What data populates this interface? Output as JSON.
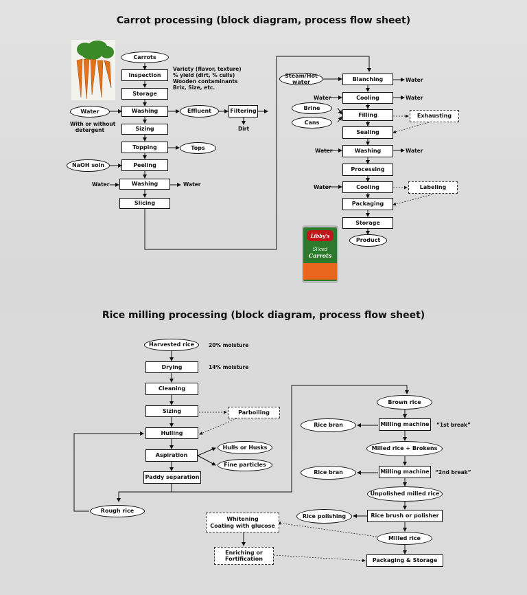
{
  "carrot": {
    "title": "Carrot processing (block diagram, process flow sheet)",
    "nodes": {
      "carrots": "Carrots",
      "inspection": "Inspection",
      "storage": "Storage",
      "water_in": "Water",
      "washing1": "Washing",
      "effluent": "Effluent",
      "filtering": "Filtering",
      "sizing": "Sizing",
      "topping": "Topping",
      "tops": "Tops",
      "naoh": "NaOH soln",
      "peeling": "Peeling",
      "washing2": "Washing",
      "slicing": "Slicing",
      "steam": "Steam/Hot water",
      "blanching": "Blanching",
      "cooling1": "Cooling",
      "brine": "Brine",
      "cans": "Cans",
      "filling": "Filling",
      "exhausting": "Exhausting",
      "sealing": "Sealing",
      "washing3": "Washing",
      "processing": "Processing",
      "cooling2": "Cooling",
      "labeling": "Labeling",
      "packaging": "Packaging",
      "storage2": "Storage",
      "product": "Product"
    },
    "labels": {
      "inspection_note": [
        "Variety (flavor, texture)",
        "% yield (dirt, % culls)",
        "Wooden contaminants",
        "Brix, Size, etc."
      ],
      "detergent_note": [
        "With or without",
        "detergent"
      ],
      "dirt": "Dirt",
      "water_w2_in": "Water",
      "water_w2_out": "Water",
      "water_blanch_out": "Water",
      "water_cool1_in": "Water",
      "water_cool1_out": "Water",
      "water_w3_in": "Water",
      "water_w3_out": "Water",
      "water_cool2_in": "Water"
    },
    "can_text": [
      "Libby's",
      "Sliced",
      "Carrots"
    ]
  },
  "rice": {
    "title": "Rice milling processing (block diagram, process flow sheet)",
    "nodes": {
      "harvested": "Harvested rice",
      "drying": "Drying",
      "cleaning": "Cleaning",
      "sizing": "Sizing",
      "parboiling": "Parboiling",
      "hulling": "Hulling",
      "aspiration": "Aspiration",
      "hulls": "Hulls or Husks",
      "fine": "Fine particles",
      "paddy": "Paddy separation",
      "rough": "Rough rice",
      "brown": "Brown rice",
      "milling1": "Milling machine",
      "bran1": "Rice bran",
      "milled_brokens": "Milled rice + Brokens",
      "milling2": "Milling machine",
      "bran2": "Rice bran",
      "unpolished": "Unpolished milled rice",
      "brush": "Rice brush or polisher",
      "polishing": "Rice polishing",
      "milled": "Milled rice",
      "whitening": [
        "Whitening",
        "Coating with glucose"
      ],
      "enriching": [
        "Enriching or",
        "Fortification"
      ],
      "packaging": "Packaging & Storage"
    },
    "labels": {
      "moist20": "20% moisture",
      "moist14": "14% moisture",
      "break1": "“1st break”",
      "break2": "“2nd break”"
    }
  }
}
